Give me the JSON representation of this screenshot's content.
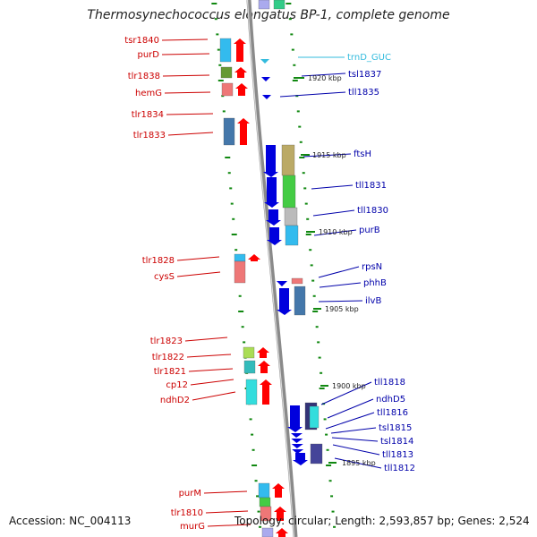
{
  "title": "Thermosynechococcus elongatus BP-1, complete genome",
  "footer": {
    "accession": "Accession: NC_004113",
    "topology": "Topology: circular; Length: 2,593,857 bp; Genes: 2,524"
  },
  "colors": {
    "forward_label": "#cc0000",
    "reverse_label": "#0000aa",
    "rna_label": "#33bbdd",
    "forward_gene": "#ff0000",
    "reverse_gene": "#0000dd",
    "backbone": "#999999",
    "tick": "#118811"
  },
  "left_labels": [
    {
      "id": "tsr1840",
      "text": "tsr1840"
    },
    {
      "id": "purD",
      "text": "purD"
    },
    {
      "id": "tlr1838",
      "text": "tlr1838"
    },
    {
      "id": "hemG",
      "text": "hemG"
    },
    {
      "id": "tlr1834",
      "text": "tlr1834"
    },
    {
      "id": "tlr1833",
      "text": "tlr1833"
    },
    {
      "id": "tlr1828",
      "text": "tlr1828"
    },
    {
      "id": "cysS",
      "text": "cysS"
    },
    {
      "id": "tlr1823",
      "text": "tlr1823"
    },
    {
      "id": "tlr1822",
      "text": "tlr1822"
    },
    {
      "id": "tlr1821",
      "text": "tlr1821"
    },
    {
      "id": "cp12",
      "text": "cp12"
    },
    {
      "id": "ndhD2",
      "text": "ndhD2"
    },
    {
      "id": "purM",
      "text": "purM"
    },
    {
      "id": "tlr1810",
      "text": "tlr1810"
    },
    {
      "id": "murG",
      "text": "murG"
    }
  ],
  "right_labels": [
    {
      "id": "trnD_GUC",
      "text": "trnD_GUC",
      "rna": true
    },
    {
      "id": "tsl1837",
      "text": "tsl1837"
    },
    {
      "id": "tll1835",
      "text": "tll1835"
    },
    {
      "id": "ftsH",
      "text": "ftsH"
    },
    {
      "id": "tll1831",
      "text": "tll1831"
    },
    {
      "id": "tll1830",
      "text": "tll1830"
    },
    {
      "id": "purB",
      "text": "purB"
    },
    {
      "id": "rpsN",
      "text": "rpsN"
    },
    {
      "id": "phhB",
      "text": "phhB"
    },
    {
      "id": "ilvB",
      "text": "ilvB"
    },
    {
      "id": "tll1818",
      "text": "tll1818"
    },
    {
      "id": "ndhD5",
      "text": "ndhD5"
    },
    {
      "id": "tll1816",
      "text": "tll1816"
    },
    {
      "id": "tsl1815",
      "text": "tsl1815"
    },
    {
      "id": "tsl1814",
      "text": "tsl1814"
    },
    {
      "id": "tll1813",
      "text": "tll1813"
    },
    {
      "id": "tll1812",
      "text": "tll1812"
    }
  ],
  "kbp_markers": [
    {
      "id": "k1920",
      "text": "1920 kbp"
    },
    {
      "id": "k1915",
      "text": "1915 kbp"
    },
    {
      "id": "k1910",
      "text": "1910 kbp"
    },
    {
      "id": "k1905",
      "text": "1905 kbp"
    },
    {
      "id": "k1900",
      "text": "1900 kbp"
    },
    {
      "id": "k1895",
      "text": "1895 kbp"
    }
  ]
}
